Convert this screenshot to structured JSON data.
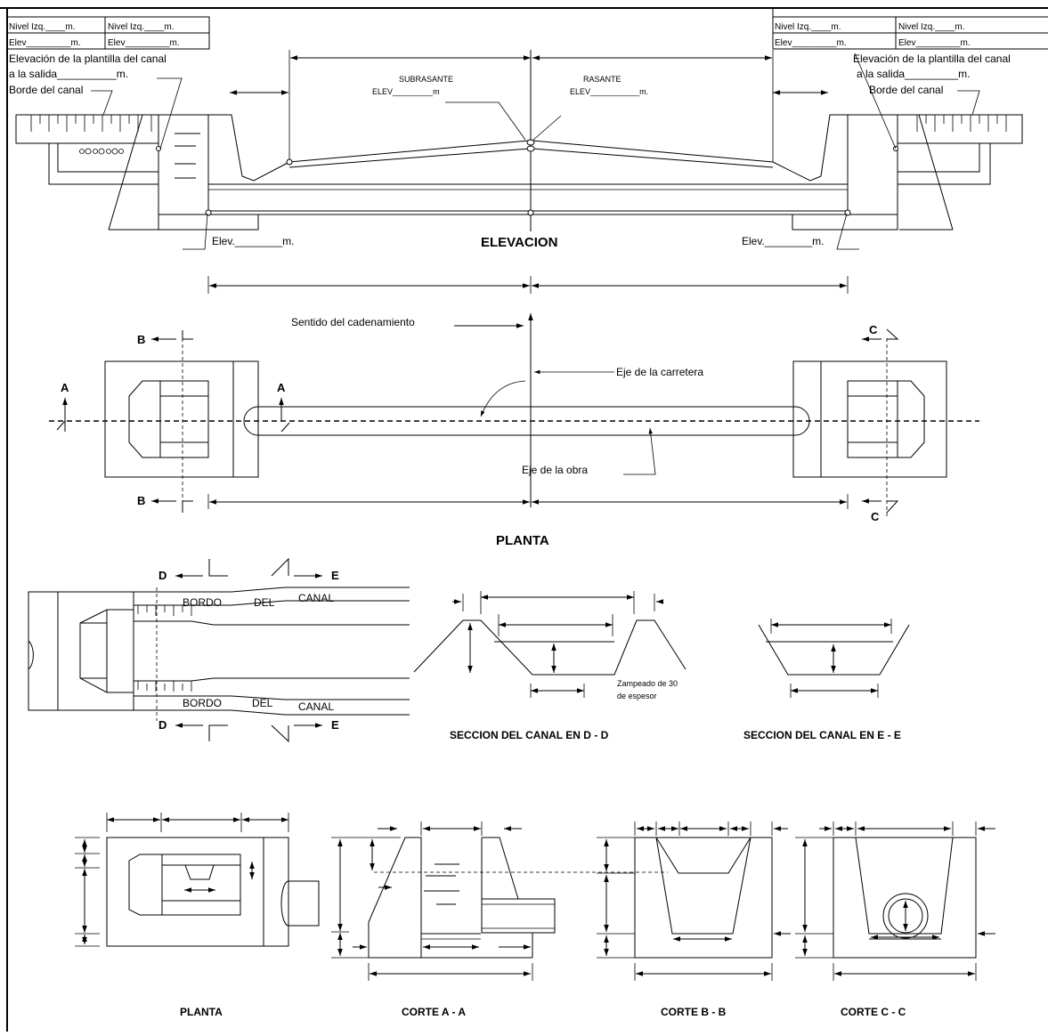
{
  "header": {
    "left_row1": [
      "Nivel Izq.____m.",
      "Nivel Izq.____m."
    ],
    "left_row2": [
      "Elev_________m.",
      "Elev_________m."
    ],
    "right_row1": [
      "Nivel Izq.____m.",
      "Nivel Izq.____m."
    ],
    "right_row2": [
      "Elev_________m.",
      "Elev_________m."
    ]
  },
  "elevation": {
    "left_note_1": "Elevación de la plantilla del canal",
    "left_note_2": "a la salida__________m.",
    "left_note_3": "Borde del canal",
    "right_note_1": "Elevación de la plantilla del canal",
    "right_note_2": "a la salida_________m.",
    "right_note_3": "Borde del canal",
    "subrasante": "SUBRASANTE",
    "subrasante_elev": "ELEV_________m",
    "rasante": "RASANTE",
    "rasante_elev": "ELEV___________m.",
    "elev_left": "Elev.________m.",
    "elev_right": "Elev.________m.",
    "title": "ELEVACION"
  },
  "plan": {
    "sentido": "Sentido del cadenamiento",
    "eje_carretera": "Eje de la carretera",
    "eje_obra": "Eje de la obra",
    "cut_a": "A",
    "cut_b": "B",
    "cut_c": "C",
    "title": "PLANTA"
  },
  "canal": {
    "cut_d": "D",
    "cut_e": "E",
    "bordo": "BORDO",
    "del": "DEL",
    "canal": "CANAL",
    "zampeado_1": "Zampeado de 30",
    "zampeado_2": "de espesor",
    "section_d": "SECCION  DEL  CANAL EN D - D",
    "section_e": "SECCION  DEL  CANAL EN E - E"
  },
  "details": {
    "planta": "PLANTA",
    "corte_a": "CORTE A - A",
    "corte_b": "CORTE B - B",
    "corte_c": "CORTE C - C"
  }
}
